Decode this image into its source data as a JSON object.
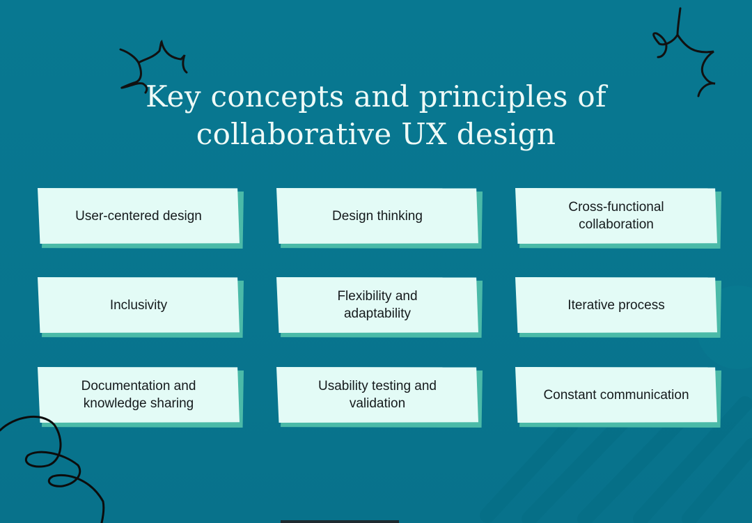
{
  "title": {
    "line1": "Key concepts and principles of",
    "line2": "collaborative UX design"
  },
  "cards": [
    {
      "label": "User-centered design"
    },
    {
      "label": "Design thinking"
    },
    {
      "label": "Cross-functional collaboration"
    },
    {
      "label": "Inclusivity"
    },
    {
      "label": "Flexibility and adaptability"
    },
    {
      "label": "Iterative process"
    },
    {
      "label": "Documentation and knowledge sharing"
    },
    {
      "label": "Usability testing and validation"
    },
    {
      "label": "Constant communication"
    }
  ],
  "colors": {
    "background": "#08758e",
    "card": "#e3fbf6",
    "card_shadow": "#4bbaa8",
    "title_text": "#eefaf7",
    "card_text": "#151a1c",
    "doodle": "#111111"
  },
  "decorations": [
    {
      "icon": "squiggle-burst-icon",
      "position": "top-left"
    },
    {
      "icon": "squiggle-burst-icon",
      "position": "top-right"
    },
    {
      "icon": "spiral-squiggle-icon",
      "position": "bottom-left"
    }
  ]
}
